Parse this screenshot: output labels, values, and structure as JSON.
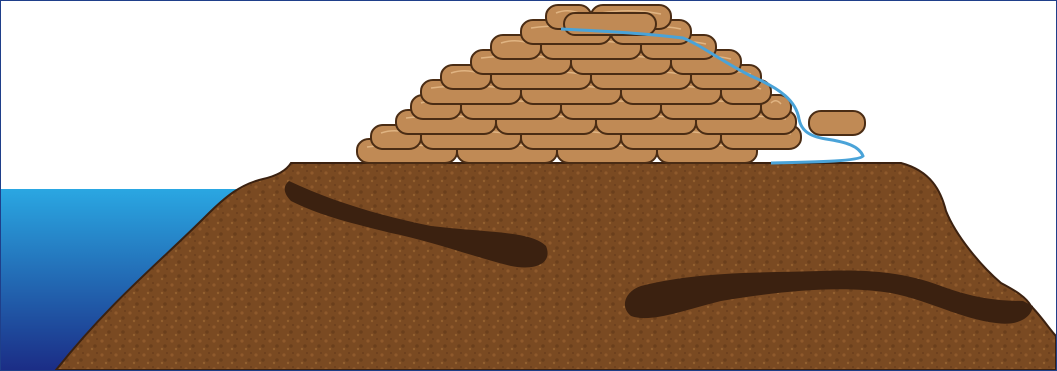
{
  "scene": {
    "elements": [
      "water",
      "soil-levee",
      "sandbag-pyramid",
      "sheet-liner"
    ]
  },
  "colors": {
    "water_top": "#2aa7e2",
    "water_bottom": "#1b2d86",
    "soil": "#7a4a22",
    "soil_dark": "#3b2110",
    "sandbag_fill": "#c08a55",
    "sandbag_outline": "#4a2c14",
    "liner": "#4aa3d8",
    "frame": "#1f3f8a"
  }
}
